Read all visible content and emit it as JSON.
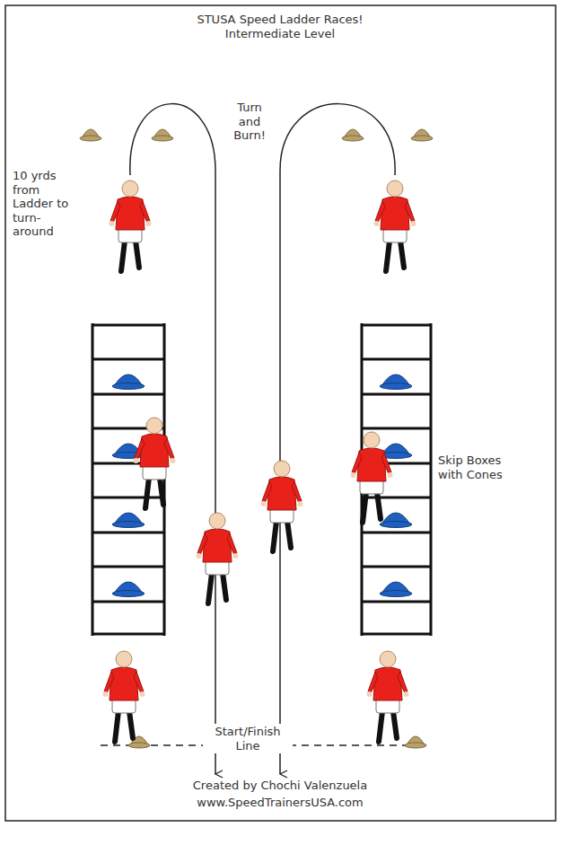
{
  "diagram": {
    "title": "STUSA Speed Ladder Races! Intermediate Level",
    "caption": "Created by Chochi Valenzuela",
    "labels": [
      "10 yrds from Ladder to turn-around",
      "Turn and Burn!",
      "Skip Boxes with Cones",
      "Start/Finish Line",
      "www.SpeedTrainersUSA.com"
    ]
  }
}
